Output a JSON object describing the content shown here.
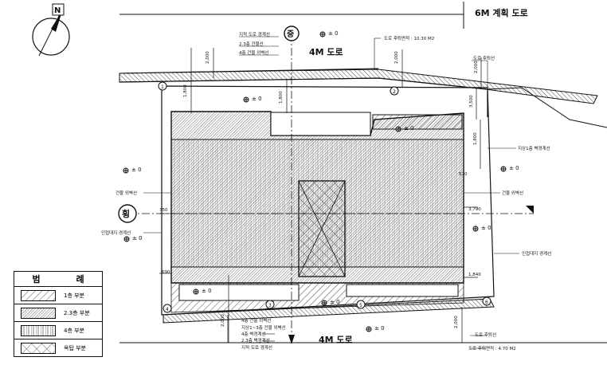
{
  "title": "6M 계획 도로",
  "north_label": "N",
  "roads": {
    "top": "4M 도로",
    "bottom": "4M 도로"
  },
  "section_markers": {
    "jung": "중",
    "hoeng": "횡"
  },
  "levels": [
    "± 0",
    "± 0",
    "± 0",
    "± 0",
    "± 0",
    "± 0",
    "± 0",
    "± 0",
    "± 0",
    "± 0"
  ],
  "dimensions": {
    "d_top_left_2000": "2,000",
    "d_top_mid_2000": "2,000",
    "d_top_right_2000": "2,000",
    "d_left_1800": "1,800",
    "d_mid_1800": "1,800",
    "d_right_3500": "3,500",
    "d_right_1800": "1,800",
    "d_right_570": "570",
    "d_left_750": "750",
    "d_right_3790": "3,790",
    "d_left_690": "690",
    "d_right_1840": "1,840",
    "d_bottom_2000": "2,000",
    "d_bottom_left_2000": "2,000"
  },
  "grid_marks": [
    "1",
    "2",
    "3",
    "4",
    "5",
    "6"
  ],
  "annotations": {
    "top_block": [
      "지적 도로 경계선",
      "2.3층 건물선",
      "4층 건물 외벽선"
    ],
    "road_area_top": "도로 후퇴면적 : 10.30 M2",
    "road_line_top": "도로 후퇴선",
    "third_setback": "지상1층 벽경계선",
    "bldg_line_right": "건물 외벽선",
    "bldg_line_left": "건물 외벽선",
    "neighbor_left": "인접대지 경계선",
    "neighbor_right": "인접대지 경계선",
    "bottom_block": [
      "4층 건물 외벽선",
      "지상1~3층 건물 외벽선",
      "4층 벽경계선",
      "2.3층 벽경계선",
      "지적 도로 경계선"
    ],
    "road_line_bottom": "도로 후퇴선",
    "road_area_bottom": "도로 후퇴면적 : 4.70 M2"
  },
  "legend": {
    "header": [
      "범",
      "례"
    ],
    "items": [
      {
        "label": "1층 부분",
        "pattern": "hatch-1"
      },
      {
        "label": "2.3층 부분",
        "pattern": "hatch-23"
      },
      {
        "label": "4층 부분",
        "pattern": "hatch-4"
      },
      {
        "label": "옥탑 부분",
        "pattern": "hatch-roof"
      }
    ]
  }
}
